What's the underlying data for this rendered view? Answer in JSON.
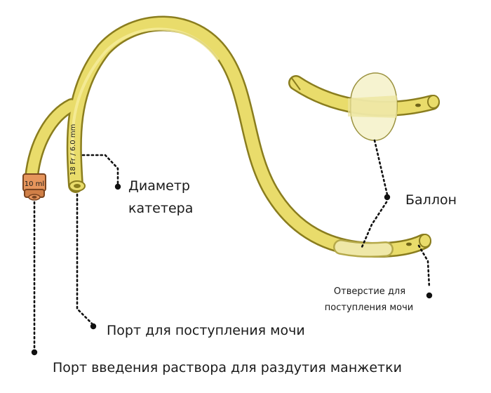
{
  "labels": {
    "diameter_line1": "Диаметр",
    "diameter_line2": "катетера",
    "balloon": "Баллон",
    "drain_hole_line1": "Отверстие для",
    "drain_hole_line2": "поступления мочи",
    "urine_port": "Порт для поступления мочи",
    "inflation_port": "Порт введения раствора для раздутия манжетки"
  },
  "markings": {
    "size": "18 Fr / 6.0 mm",
    "volume": "10 ml"
  },
  "colors": {
    "tube_fill": "#e9dc6b",
    "tube_outline": "#8a7d1e",
    "tube_highlight": "#f6ee9e",
    "balloon_fill": "#f4f1c8",
    "valve_orange": "#e6955c",
    "leader": "#111111"
  }
}
